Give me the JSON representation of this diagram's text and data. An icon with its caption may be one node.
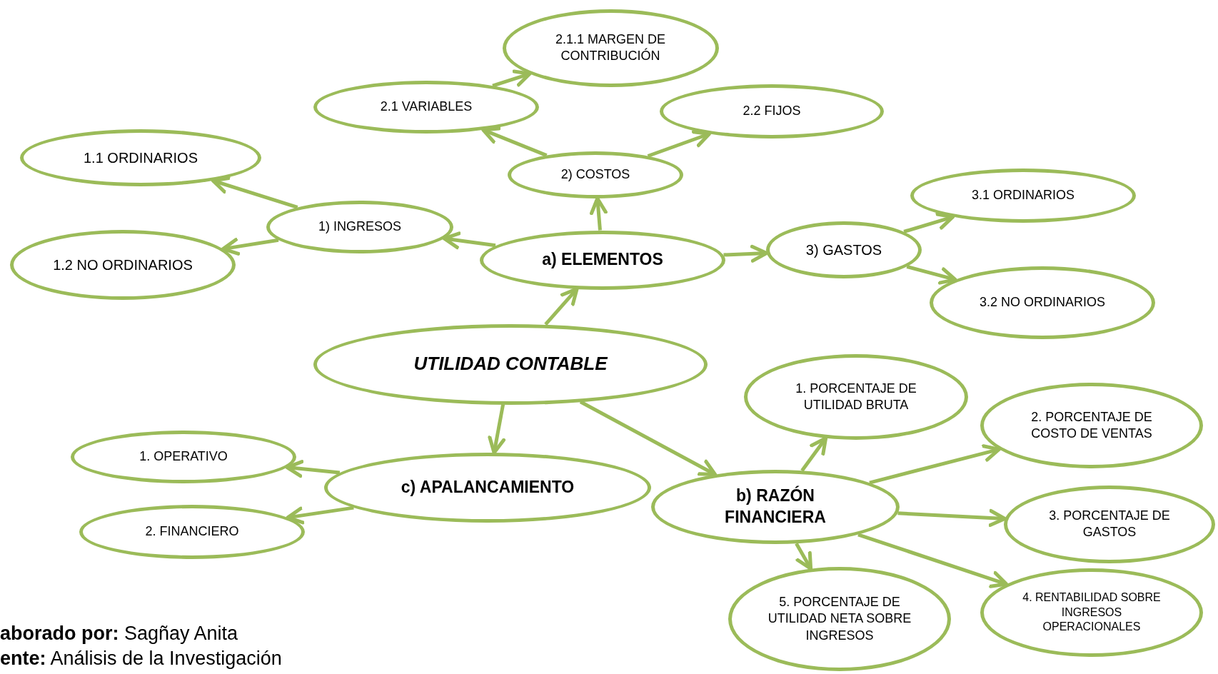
{
  "diagram": {
    "nodes": [
      {
        "text": [
          "UTILIDAD CONTABLE"
        ]
      },
      {
        "text": [
          "a) ELEMENTOS"
        ]
      },
      {
        "text": [
          "1) INGRESOS"
        ]
      },
      {
        "text": [
          "1.1 ORDINARIOS"
        ]
      },
      {
        "text": [
          "1.2 NO ORDINARIOS"
        ]
      },
      {
        "text": [
          "2) COSTOS"
        ]
      },
      {
        "text": [
          "2.1  VARIABLES"
        ]
      },
      {
        "text": [
          "2.1.1 MARGEN DE CONTRIBUCIÓN"
        ]
      },
      {
        "text": [
          "2.2 FIJOS"
        ]
      },
      {
        "text": [
          "3) GASTOS"
        ]
      },
      {
        "text": [
          "3.1 ORDINARIOS"
        ]
      },
      {
        "text": [
          "3.2 NO ORDINARIOS"
        ]
      },
      {
        "text": [
          "b) RAZÓN FINANCIERA"
        ]
      },
      {
        "text": [
          "1. PORCENTAJE DE UTILIDAD BRUTA"
        ]
      },
      {
        "text": [
          "2. PORCENTAJE DE COSTO DE VENTAS"
        ]
      },
      {
        "text": [
          "3. PORCENTAJE DE GASTOS"
        ]
      },
      {
        "text": [
          "4. RENTABILIDAD SOBRE INGRESOS OPERACIONALES"
        ]
      },
      {
        "text": [
          "5. PORCENTAJE DE UTILIDAD NETA SOBRE INGRESOS"
        ]
      },
      {
        "text": [
          "c) APALANCAMIENTO"
        ]
      },
      {
        "text": [
          "1. OPERATIVO"
        ]
      },
      {
        "text": [
          "2. FINANCIERO"
        ]
      }
    ],
    "edges": [
      {
        "from": 0,
        "to": 1,
        "arrow": "to"
      },
      {
        "from": 1,
        "to": 2,
        "arrow": "to"
      },
      {
        "from": 2,
        "to": 3,
        "arrow": "to"
      },
      {
        "from": 2,
        "to": 4,
        "arrow": "to"
      },
      {
        "from": 1,
        "to": 5,
        "arrow": "to"
      },
      {
        "from": 5,
        "to": 6,
        "arrow": "to"
      },
      {
        "from": 6,
        "to": 7,
        "arrow": "to"
      },
      {
        "from": 5,
        "to": 8,
        "arrow": "to"
      },
      {
        "from": 1,
        "to": 9,
        "arrow": "to"
      },
      {
        "from": 9,
        "to": 10,
        "arrow": "to"
      },
      {
        "from": 9,
        "to": 11,
        "arrow": "to"
      },
      {
        "from": 0,
        "to": 12,
        "arrow": "to"
      },
      {
        "from": 12,
        "to": 13,
        "arrow": "to"
      },
      {
        "from": 12,
        "to": 14,
        "arrow": "to"
      },
      {
        "from": 12,
        "to": 15,
        "arrow": "to"
      },
      {
        "from": 12,
        "to": 16,
        "arrow": "to"
      },
      {
        "from": 12,
        "to": 17,
        "arrow": "to"
      },
      {
        "from": 0,
        "to": 18,
        "arrow": "to"
      },
      {
        "from": 18,
        "to": 19,
        "arrow": "to"
      },
      {
        "from": 18,
        "to": 20,
        "arrow": "to"
      }
    ],
    "labels": [
      "**aborado por:** Sagñay Anita",
      "**ente:** Análisis de la Investigación"
    ]
  }
}
